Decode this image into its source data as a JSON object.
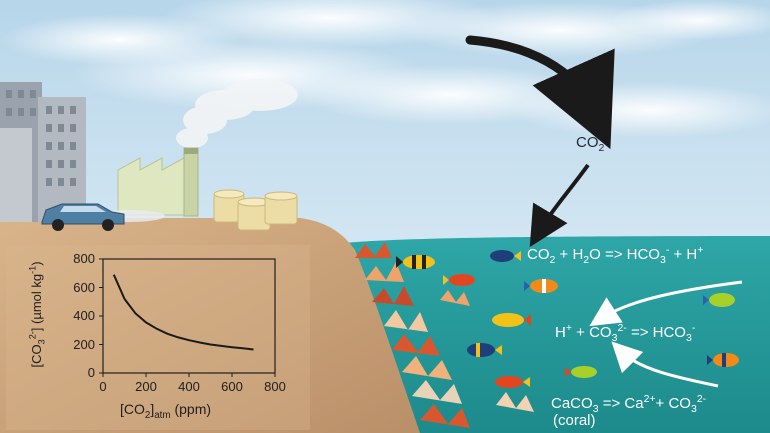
{
  "atmosphere": {
    "co2_label": "CO",
    "co2_sub": "2"
  },
  "equations": {
    "eq1": {
      "a": "CO",
      "a_sub": "2",
      "b": " + H",
      "b_sub": "2",
      "c": "O => HCO",
      "c_sub": "3",
      "c_sup": "-",
      "d": " + H",
      "d_sup": "+"
    },
    "eq2": {
      "a": "H",
      "a_sup": "+",
      "b": " + CO",
      "b_sub": "3",
      "b_sup": "2-",
      "c": " => HCO",
      "c_sub": "3",
      "c_sup": "-"
    },
    "eq3": {
      "a": "CaCO",
      "a_sub": "3",
      "b": " => Ca",
      "b_sup": "2+",
      "c": "+ CO",
      "c_sub": "3",
      "c_sup": "2-",
      "note": "(coral)"
    }
  },
  "chart_data": {
    "type": "line",
    "x": [
      50,
      100,
      150,
      200,
      250,
      300,
      350,
      400,
      450,
      500,
      550,
      600,
      650,
      700
    ],
    "y": [
      690,
      520,
      420,
      355,
      310,
      275,
      250,
      230,
      214,
      200,
      190,
      181,
      173,
      165
    ],
    "xlim": [
      0,
      800
    ],
    "ylim": [
      0,
      800
    ],
    "xticks": [
      "0",
      "200",
      "400",
      "600",
      "800"
    ],
    "yticks": [
      "0",
      "200",
      "400",
      "600",
      "800"
    ],
    "xlabel": {
      "a": "[CO",
      "a_sub": "2",
      "b": "]",
      "b_sub": "atm",
      "c": " (ppm)"
    },
    "ylabel": {
      "a": "[CO",
      "a_sub": "3",
      "a_sup": "2-",
      "b": "] (µmol kg",
      "b_sup": "-1",
      "c": ")"
    },
    "grid": false
  },
  "colors": {
    "sky_top": "#bcd9ea",
    "sky_bottom": "#e3f0f7",
    "ocean": "#2f9a9c",
    "ocean_deep": "#1f8586",
    "land": "#c9a57e",
    "arrow": "#1a1a1a"
  }
}
